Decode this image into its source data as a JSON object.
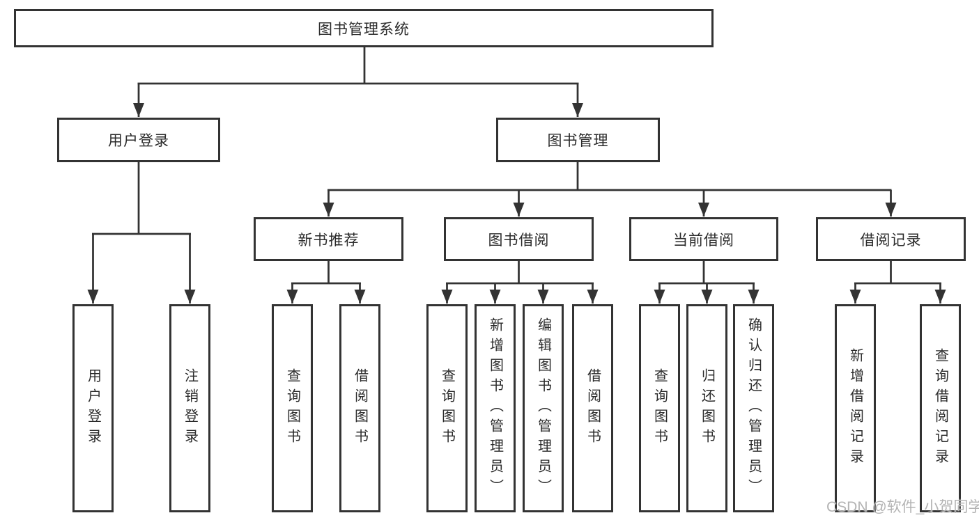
{
  "colors": {
    "line": "#333333",
    "text": "#2b2b2b",
    "watermark": "#b3b3b3",
    "background": "#ffffff"
  },
  "tree": {
    "root": {
      "label": "图书管理系统",
      "children": [
        {
          "label": "用户登录",
          "children": [
            {
              "label": "用户登录"
            },
            {
              "label": "注销登录"
            }
          ]
        },
        {
          "label": "图书管理",
          "children": [
            {
              "label": "新书推荐",
              "children": [
                {
                  "label": "查询图书"
                },
                {
                  "label": "借阅图书"
                }
              ]
            },
            {
              "label": "图书借阅",
              "children": [
                {
                  "label": "查询图书"
                },
                {
                  "label": "新增图书（管理员）"
                },
                {
                  "label": "编辑图书（管理员）"
                },
                {
                  "label": "借阅图书"
                }
              ]
            },
            {
              "label": "当前借阅",
              "children": [
                {
                  "label": "查询图书"
                },
                {
                  "label": "归还图书"
                },
                {
                  "label": "确认归还（管理员）"
                }
              ]
            },
            {
              "label": "借阅记录",
              "children": [
                {
                  "label": "新增借阅记录"
                },
                {
                  "label": "查询借阅记录"
                }
              ]
            }
          ]
        }
      ]
    }
  },
  "watermark": {
    "text": "CSDN @软件_小贺同学"
  }
}
